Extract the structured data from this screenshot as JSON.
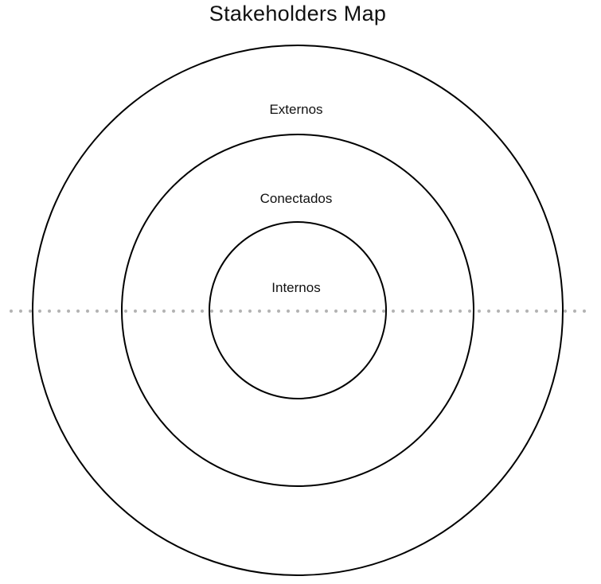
{
  "title": "Stakeholders Map",
  "rings": {
    "outer": "Externos",
    "middle": "Conectados",
    "inner": "Internos"
  },
  "colors": {
    "stroke": "#000000",
    "divider": "#b3b3b3"
  }
}
